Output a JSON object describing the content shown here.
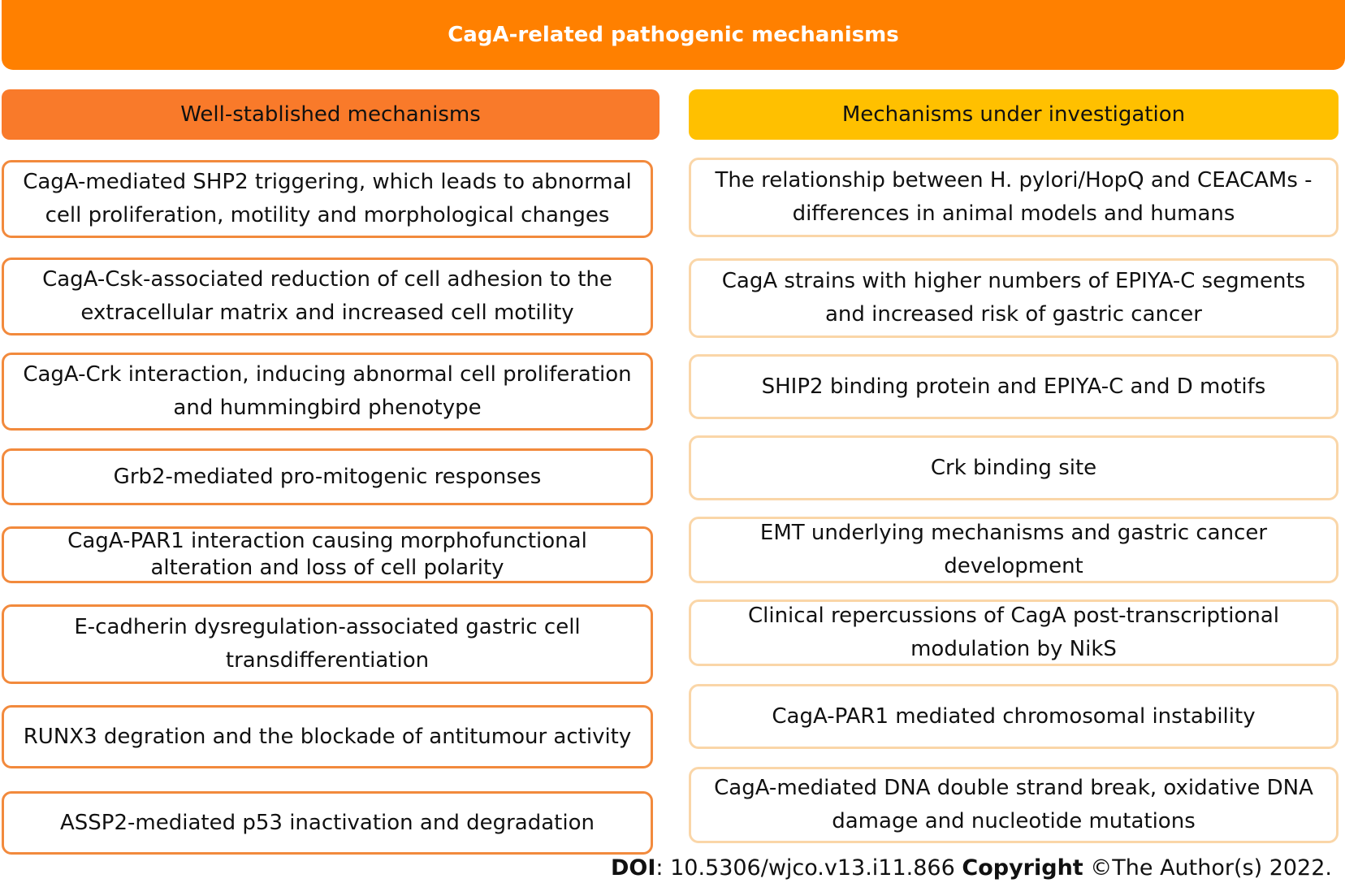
{
  "title": "CagA-related pathogenic mechanisms",
  "colors": {
    "banner": "#FF8000",
    "left_header": "#F97A2A",
    "right_header": "#FFC000",
    "left_border": "#F28A3D",
    "right_border": "#FAD6A8"
  },
  "left_header": "Well-stablished mechanisms",
  "right_header": "Mechanisms under investigation",
  "left_items": [
    "CagA-mediated SHP2 triggering, which leads to abnormal cell proliferation, motility and morphological changes",
    "CagA-Csk-associated reduction of cell adhesion to the extracellular matrix and increased cell motility",
    "CagA-Crk interaction, inducing abnormal cell proliferation and hummingbird phenotype",
    "Grb2-mediated pro-mitogenic responses",
    "CagA-PAR1 interaction causing morphofunctional alteration and loss of cell polarity",
    "E-cadherin dysregulation-associated gastric cell transdifferentiation",
    "RUNX3 degration and the blockade of antitumour activity",
    "ASSP2-mediated p53 inactivation and degradation"
  ],
  "right_items": [
    "The relationship between H. pylori/HopQ and CEACAMs - differences in animal models and humans",
    "CagA strains with higher numbers of EPIYA-C segments  and increased risk of gastric cancer",
    "SHIP2 binding protein and EPIYA-C and D motifs",
    "Crk binding site",
    "EMT underlying mechanisms and gastric cancer development",
    "Clinical repercussions of CagA post-transcriptional modulation by NikS",
    "CagA-PAR1 mediated chromosomal instability",
    "CagA-mediated DNA double strand break, oxidative DNA damage and nucleotide mutations"
  ],
  "footer": {
    "doi_label": "DOI",
    "doi_value": ": 10.5306/wjco.v13.i11.866 ",
    "copyright_label": "Copyright",
    "copyright_value": " ©The Author(s) 2022."
  }
}
